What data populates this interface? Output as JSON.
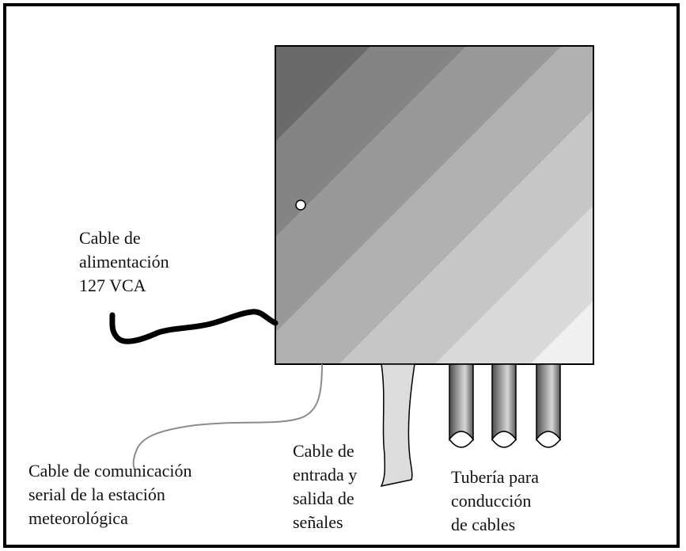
{
  "labels": {
    "power_cable": [
      "Cable de",
      "alimentación",
      "127 VCA"
    ],
    "comm_cable": [
      "Cable de comunicación",
      "serial de la estación",
      "meteorológica"
    ],
    "signal_cable": [
      "Cable de",
      "entrada y",
      "salida de",
      "señales"
    ],
    "conduit": [
      "Tubería para",
      "conducción",
      "de cables"
    ]
  },
  "colors": {
    "box_dark": "#6a6a6a",
    "box_light": "#f0f0f0",
    "cable": "#000000",
    "comm_cable": "#8c8c8c",
    "signal_cable": "#dcdcdc"
  }
}
